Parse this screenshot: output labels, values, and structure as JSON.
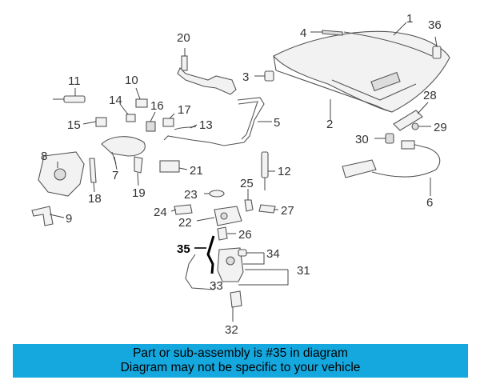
{
  "callouts": {
    "c1": "1",
    "c2": "2",
    "c3": "3",
    "c4": "4",
    "c5": "5",
    "c6": "6",
    "c7": "7",
    "c8": "8",
    "c9": "9",
    "c10": "10",
    "c11": "11",
    "c12": "12",
    "c13": "13",
    "c14": "14",
    "c15": "15",
    "c16": "16",
    "c17": "17",
    "c18": "18",
    "c19": "19",
    "c20": "20",
    "c21": "21",
    "c22": "22",
    "c23": "23",
    "c24": "24",
    "c25": "25",
    "c26": "26",
    "c27": "27",
    "c28": "28",
    "c29": "29",
    "c30": "30",
    "c31": "31",
    "c32": "32",
    "c33": "33",
    "c34": "34",
    "c35": "35",
    "c36": "36"
  },
  "highlight_part": "35",
  "colors": {
    "banner_bg": "#15a8df",
    "text": "#000000",
    "line": "#555555"
  },
  "banner": {
    "line1": "Part or sub-assembly is #35 in diagram",
    "line2": "Diagram may not be specific to your vehicle"
  }
}
